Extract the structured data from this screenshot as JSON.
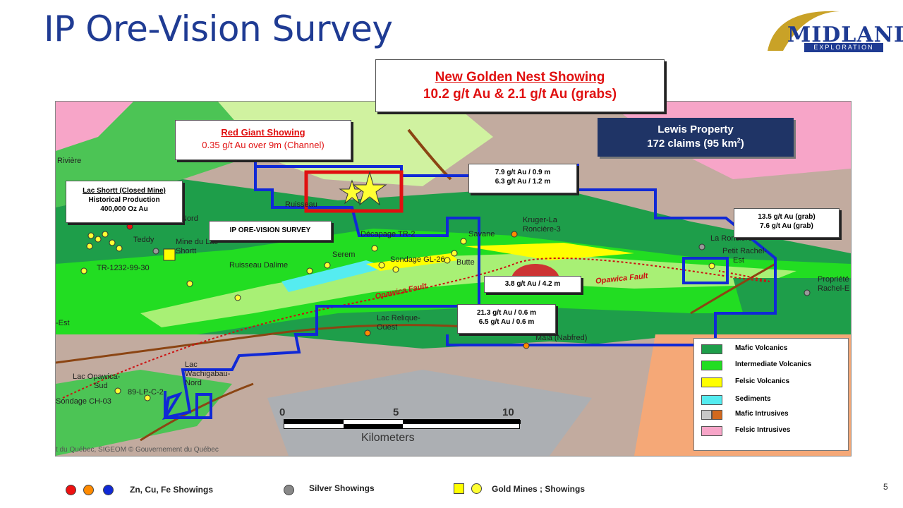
{
  "title": "IP Ore-Vision Survey",
  "logo": {
    "name": "MIDLAND",
    "sub": "EXPLORATION"
  },
  "callouts": {
    "golden_nest": {
      "title": "New Golden Nest Showing",
      "value": "10.2 g/t Au & 2.1 g/t Au (grabs)"
    },
    "red_giant": {
      "title": "Red Giant Showing",
      "value": "0.35 g/t Au over 9m (Channel)"
    },
    "lewis": {
      "title": "Lewis Property",
      "value": "172 claims (95 km",
      "sup": "2",
      "close": ")"
    },
    "lac_shortt": {
      "title": "Lac Shortt (Closed Mine)",
      "line2": "Historical Production",
      "line3": "400,000 Oz Au"
    },
    "ip_survey": "IP ORE-VISION SURVEY",
    "a": {
      "l1": "7.9 g/t Au / 0.9 m",
      "l2": "6.3 g/t Au / 1.2 m"
    },
    "b": {
      "l1": "13.5 g/t Au (grab)",
      "l2": "7.6 g/t Au (grab)"
    },
    "c": "3.8 g/t Au / 4.2 m",
    "d": {
      "l1": "21.3 g/t Au / 0.6 m",
      "l2": "6.5 g/t Au / 0.6 m"
    }
  },
  "map_labels": {
    "riviere": "Rivière",
    "nord": "Nord",
    "teddy": "Teddy",
    "mine_du_lac": "Mine du Lac",
    "shortt": "Shortt",
    "tr": "TR-1232-99-30",
    "ruisseau": "Ruisseau",
    "decapage": "Décapage TR-2",
    "serem": "Serem",
    "ruisseau_dalime": "Ruisseau Dalime",
    "sondage_gl": "Sondage GL-26",
    "butte": "Butte",
    "savane": "Savane",
    "kruger": "Kruger-La",
    "ronciere3": "Roncière-3",
    "la_ronciere": "La Roncière",
    "petit_rachel": "Petit Rachel-",
    "est_r": "Est",
    "propriete": "Propriété",
    "rachel_e": "Rachel-E",
    "opawica1": "Opawica Fault",
    "opawica2": "Opawica Fault",
    "est_l": "-Est",
    "lac_relique": "Lac Relique-",
    "ouest": "Ouest",
    "mala": "Mala (Nabfred)",
    "lac_wach": "Lac",
    "wach2": "Wachigabau-",
    "wach3": "Nord",
    "lac_opawica": "Lac Opawica-",
    "sud": "Sud",
    "lp89": "89-LP-C-2",
    "sondage_ch": "Sondage CH-03",
    "copyright": "t du Québec, SIGEOM © Gouvernement du Québec"
  },
  "scale": {
    "t0": "0",
    "t5": "5",
    "t10": "10",
    "unit": "Kilometers"
  },
  "legend": [
    {
      "label": "Mafic Volcanics",
      "color": "#1e9e4a"
    },
    {
      "label": "Intermediate Volcanics",
      "color": "#22dd22"
    },
    {
      "label": "Felsic Volcanics",
      "color": "#ffff00"
    },
    {
      "label": "Sediments",
      "color": "#55ecf0"
    },
    {
      "label": "Mafic Intrusives",
      "color": "#c8c8c8",
      "color2": "#d2691e"
    },
    {
      "label": "Felsic Intrusives",
      "color": "#f7a5c8"
    }
  ],
  "bottom_legend": {
    "zn": "Zn, Cu, Fe Showings",
    "silver": "Silver Showings",
    "gold": "Gold Mines ; Showings"
  },
  "page_number": "5"
}
